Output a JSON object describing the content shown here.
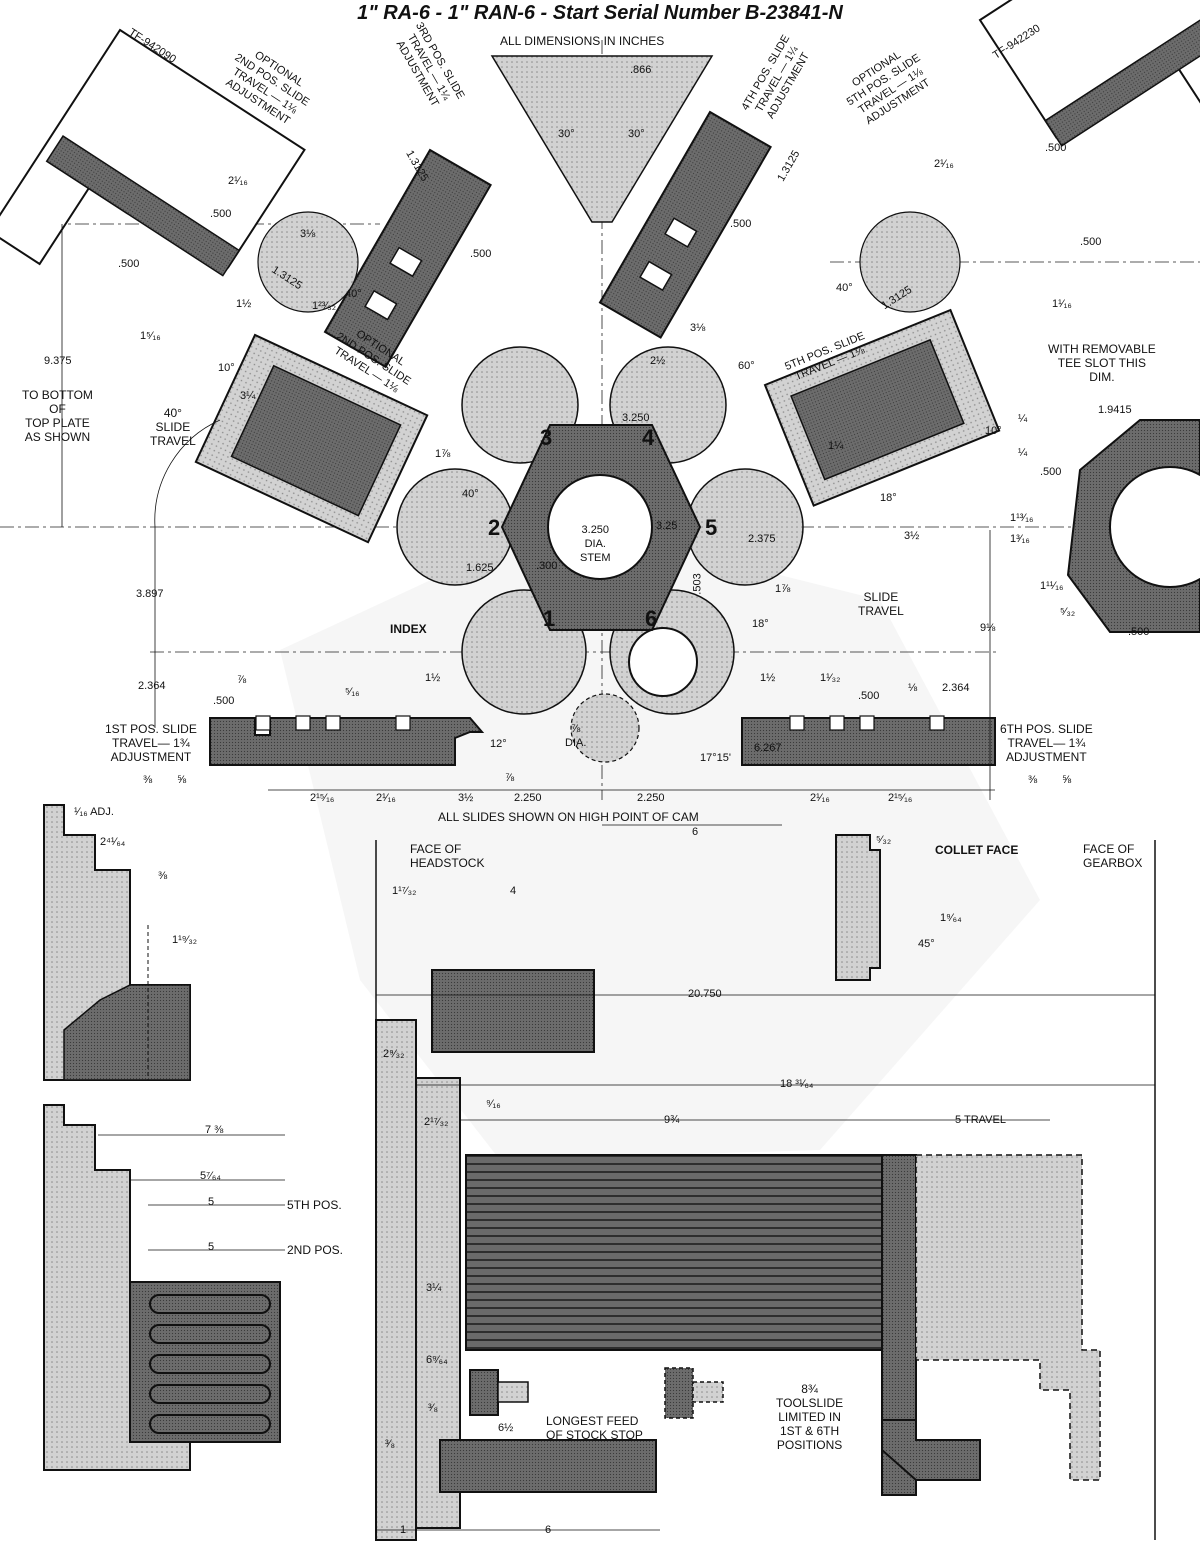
{
  "title": "1\" RA-6 - 1\" RAN-6 - Start Serial Number B-23841-N",
  "notes": {
    "all_dims": "ALL DIMENSIONS IN INCHES",
    "high_point": "ALL SLIDES SHOWN ON HIGH POINT OF CAM",
    "to_bottom": "TO BOTTOM\nOF\nTOP PLATE\nAS SHOWN",
    "slide_travel_40": "40°\nSLIDE\nTRAVEL",
    "removable_tee": "WITH REMOVABLE\nTEE SLOT THIS\nDIM.",
    "index": "INDEX",
    "slide_travel": "SLIDE\nTRAVEL",
    "stem": "3.250\nDIA.\nSTEM",
    "dia_78": "⅞\nDIA."
  },
  "tool_refs": {
    "left": "TF-942090",
    "right": "TF-942230"
  },
  "slides": {
    "opt2_top": "OPTIONAL\n2ND POS. SLIDE\nTRAVEL — 1⅛\nADJUSTMENT",
    "pos3": "3RD POS. SLIDE\nTRAVEL — 1¼\nADJUSTMENT",
    "pos4": "4TH POS. SLIDE\nTRAVEL — 1¼\nADJUSTMENT",
    "opt5_top": "OPTIONAL\n5TH POS. SLIDE\nTRAVEL — 1⅛\nADJUSTMENT",
    "opt2_mid": "OPTIONAL\n2ND POS. SLIDE\nTRAVEL — 1⅛",
    "pos5": "5TH POS. SLIDE\nTRAVEL — 1⅛",
    "pos1": "1ST POS. SLIDE\nTRAVEL— 1¾\nADJUSTMENT",
    "pos6": "6TH POS. SLIDE\nTRAVEL— 1¾\nADJUSTMENT"
  },
  "positions": [
    "1",
    "2",
    "3",
    "4",
    "5",
    "6"
  ],
  "dims": {
    "d9375": "9.375",
    "d3897": "3.897",
    "d2364": "2.364",
    "d2364r": "2.364",
    "d866": ".866",
    "d30a": "30°",
    "d30b": "30°",
    "d13125a": "1.3125",
    "d13125b": "1.3125",
    "d13125c": "1.3125",
    "d13125d": "1.3125",
    "d40a": "40°",
    "d40b": "40°",
    "d40c": "40°",
    "d10a": "10°",
    "d10b": "10°",
    "d60": "60°",
    "d18a": "18°",
    "d18b": "18°",
    "d3250": "3.250",
    "d1625": "1.625",
    "d2375": "2.375",
    "d19415": "1.9415",
    "d6267": "6.267",
    "d1715": "17°15'",
    "d12": "12°",
    "d500a": ".500",
    "d500b": ".500",
    "d500c": ".500",
    "d500d": ".500",
    "d500e": ".500",
    "d500f": ".500",
    "d500g": ".500",
    "d500h": ".500",
    "d500i": ".500",
    "d500j": ".500",
    "d2250a": "2.250",
    "d2250b": "2.250",
    "d6a": "6",
    "d98": "9⅛",
    "d312a": "3½",
    "d312b": "3½",
    "d2_15_16a": "2¹⁵⁄₁₆",
    "d2_15_16b": "2¹⁵⁄₁₆",
    "d2_1_16a": "2¹⁄₁₆",
    "d2_1_16b": "2¹⁄₁₆",
    "d1_12a": "1½",
    "d1_12b": "1½",
    "d1_12c": "1½",
    "d78a": "⅞",
    "d78b": "⅞",
    "d34": "3¼",
    "d3_18a": "3⅛",
    "d3_18b": "3⅛",
    "d2_12": "2½",
    "d1_78": "1⅞",
    "d1_78b": "1⅞",
    "d1_14": "1¼",
    "d14a": "¼",
    "d14b": "¼",
    "d516": "⁵⁄₁₆",
    "d38a": "⅜",
    "d38b": "⅜",
    "d58a": "⅝",
    "d58b": "⅝",
    "d1_13_16": "1¹³⁄₁₆",
    "d1_3_16": "1³⁄₁₆",
    "d1_11_16": "1¹¹⁄₁₆",
    "d5_32": "⁵⁄₃₂",
    "d1_5_16": "1⁵⁄₁₆",
    "d1_1_16": "1¹⁄₁₆",
    "d1_1_32": "1¹⁄₃₂",
    "d1_23_32": "1²³⁄₃₂",
    "d2_1_16c": "2¹⁄₁₆",
    "d2_1_16d": "2¹⁄₁₆",
    "d18": "⅛",
    "d325": "3.25",
    "d503": ".503",
    "d300": ".300"
  },
  "side": {
    "face_headstock": "FACE OF\nHEADSTOCK",
    "face_gearbox": "FACE OF\nGEARBOX",
    "collet_face": "COLLET FACE",
    "adj": "¹⁄₁₆ ADJ.",
    "d2_41_64": "2⁴¹⁄₆₄",
    "d38": "⅜",
    "d1_19_32": "1¹⁹⁄₃₂",
    "d1_17_32": "1¹⁷⁄₃₂",
    "d4": "4",
    "d20750": "20.750",
    "d18_31_64": "18 ³¹⁄₆₄",
    "d9_34": "9¾",
    "d5travel": "5   TRAVEL",
    "d2_17_32": "2¹⁷⁄₃₂",
    "d9_16": "⁹⁄₁₆",
    "d3_14": "3¼",
    "d6_1_2": "6½",
    "longest_feed": "LONGEST FEED\nOF STOCK STOP",
    "toolslide": "8¾\nTOOLSLIDE\nLIMITED IN\n1ST & 6TH\nPOSITIONS",
    "d1": "1",
    "d6": "6",
    "d1_9_64": "1⁹⁄₆₄",
    "d5_32": "⁵⁄₃₂",
    "d45": "45°",
    "d7_38": "7 ⅜",
    "d5_7_64": "5⁷⁄₆₄",
    "d5a": "5",
    "d5b": "5",
    "pos5th": "5TH POS.",
    "pos2nd": "2ND POS.",
    "d2_9_32": "2⁹⁄₃₂",
    "d6_9_64": "6⁹⁄₆₄",
    "d3_8b": "³⁄₈",
    "d3_8c": "³⁄₈"
  }
}
